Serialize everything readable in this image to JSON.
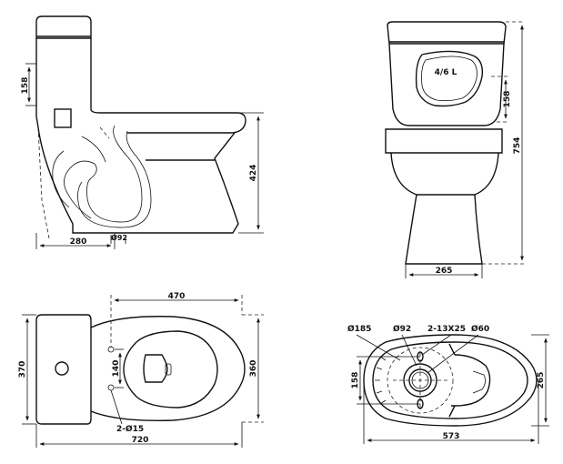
{
  "side_view": {
    "dims": {
      "tank_height": "158",
      "height": "424",
      "depth": "280",
      "outlet": "Ø92"
    }
  },
  "front_view": {
    "flush_label": "4/6 L",
    "dims": {
      "tank_height": "158",
      "total_height": "754",
      "base_width": "265"
    }
  },
  "top_view": {
    "dims": {
      "bowl_length": "470",
      "tank_width": "370",
      "hole_spacing": "140",
      "width": "360",
      "holes": "2-Ø15",
      "total_length": "720"
    }
  },
  "bottom_view": {
    "dims": {
      "outer_circle": "Ø185",
      "outlet": "Ø92",
      "slots": "2-13X25",
      "inner": "Ø60",
      "spacing": "158",
      "width": "265",
      "length": "573"
    }
  },
  "colors": {
    "line": "#111111",
    "background": "#ffffff"
  }
}
